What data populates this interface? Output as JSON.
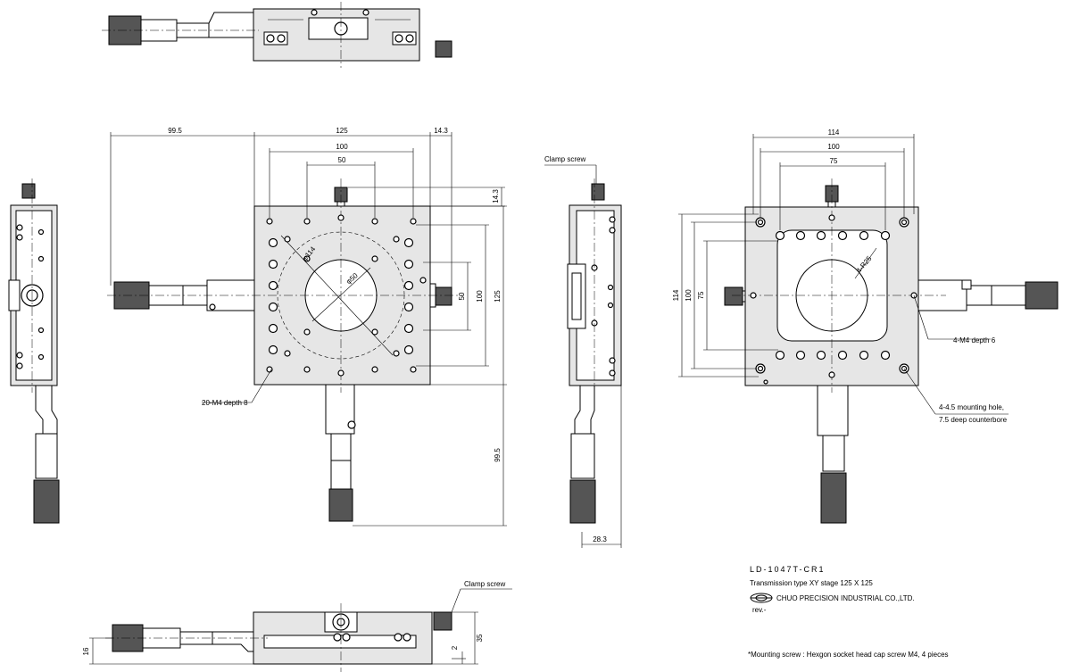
{
  "dimensions": {
    "top_left_offset": "99.5",
    "stage_width": "125",
    "right_offset": "14.3",
    "hole_pitch_100": "100",
    "hole_pitch_50": "50",
    "top_offset_v": "14.3",
    "dia_114": "φ114",
    "dia_50": "φ50",
    "vert_50": "50",
    "vert_100": "100",
    "vert_125": "125",
    "bottom_offset": "99.5",
    "side_depth": "28.3",
    "bottom_h_16": "16",
    "bottom_h_2": "2",
    "bottom_h_35": "35",
    "under_width": "114",
    "under_pitch_100": "100",
    "under_pitch_75": "75",
    "under_vert_114": "114",
    "under_vert_100": "100",
    "under_vert_75": "75",
    "r_label": "4-R25"
  },
  "labels": {
    "tapped_holes": "20-M4 depth 8",
    "clamp_screw_side": "Clamp screw",
    "clamp_screw_bottom": "Clamp screw",
    "m4_depth": "4-M4 depth 6",
    "mount_hole_1": "4-4.5 mounting hole,",
    "mount_hole_2": "7.5 deep counterbore"
  },
  "title_block": {
    "model": "LD-1047T-CR1",
    "description": "Transmission type XY stage 125 X 125",
    "company": "CHUO PRECISION INDUSTRIAL CO.,LTD.",
    "rev": "rev.-"
  },
  "footnote": "*Mounting screw : Hexgon socket head cap screw M4, 4 pieces"
}
